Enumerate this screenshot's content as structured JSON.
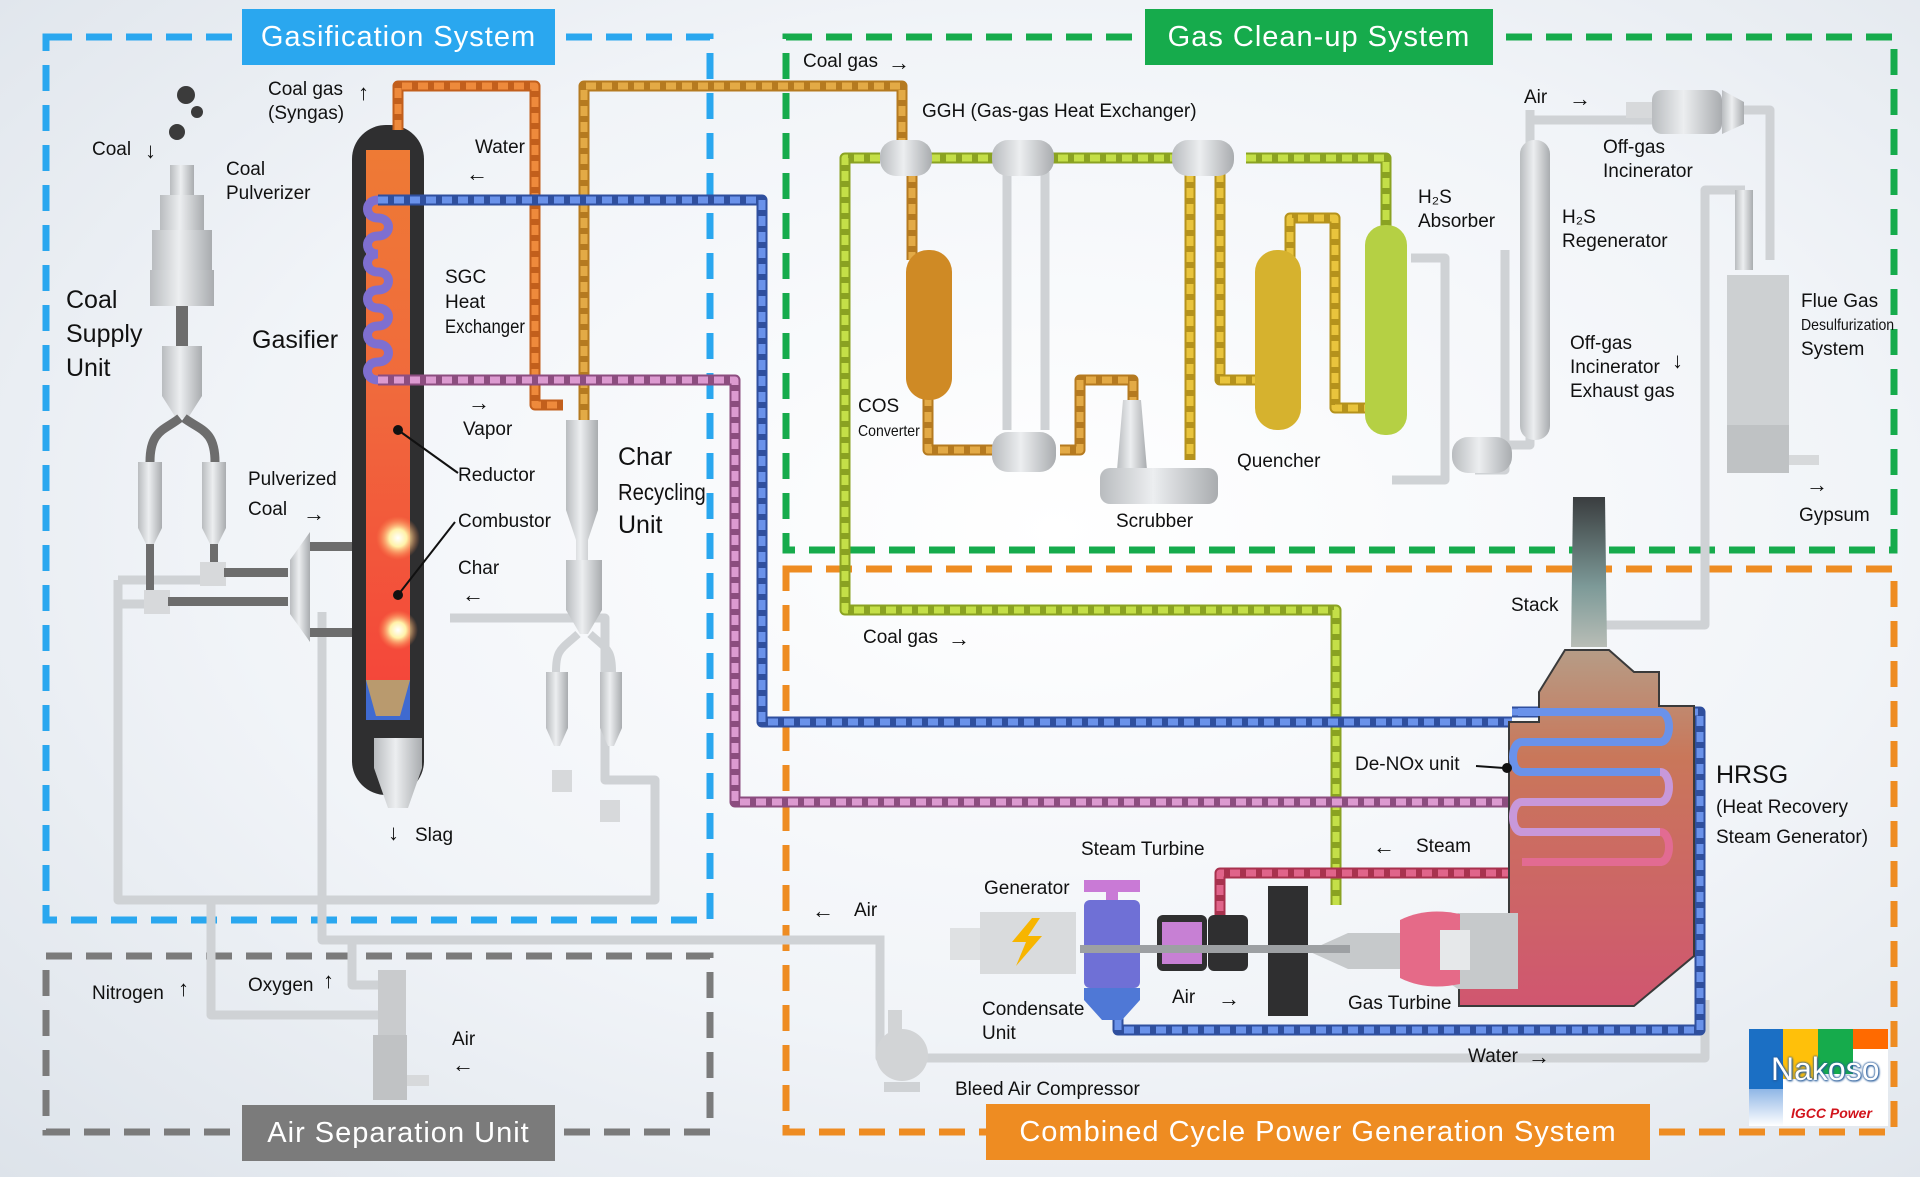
{
  "title": "IGCC Power Plant Process Flow",
  "systems": {
    "gasification": {
      "label": "Gasification System",
      "color": "#2aa7ef"
    },
    "gas_cleanup": {
      "label": "Gas Clean-up System",
      "color": "#16ab4c"
    },
    "combined_cycle": {
      "label": "Combined Cycle Power Generation System",
      "color": "#ee8c22"
    },
    "air_separation": {
      "label": "Air Separation Unit",
      "color": "#7b7b7b"
    }
  },
  "labels": {
    "coal": "Coal",
    "coal_gas_syngas_1": "Coal gas",
    "coal_gas_syngas_2": "(Syngas)",
    "coal_pulverizer_1": "Coal",
    "coal_pulverizer_2": "Pulverizer",
    "coal_supply_1": "Coal",
    "coal_supply_2": "Supply",
    "coal_supply_3": "Unit",
    "gasifier": "Gasifier",
    "water_top": "Water",
    "sgc_1": "SGC",
    "sgc_2": "Heat",
    "sgc_3": "Exchanger",
    "vapor": "Vapor",
    "reductor": "Reductor",
    "combustor": "Combustor",
    "char": "Char",
    "pulverized_coal_1": "Pulverized",
    "pulverized_coal_2": "Coal",
    "char_recycling_1": "Char",
    "char_recycling_2": "Recycling",
    "char_recycling_3": "Unit",
    "slag": "Slag",
    "nitrogen": "Nitrogen",
    "oxygen": "Oxygen",
    "asu_air": "Air",
    "coal_gas_cleanup": "Coal gas",
    "ggh": "GGH (Gas-gas Heat Exchanger)",
    "cos_1": "COS",
    "cos_2": "Converter",
    "scrubber": "Scrubber",
    "quencher": "Quencher",
    "h2s_absorber_1": "H₂S",
    "h2s_absorber_2": "Absorber",
    "h2s_regenerator_1": "H₂S",
    "h2s_regenerator_2": "Regenerator",
    "incinerator_air": "Air",
    "offgas_incinerator_1": "Off-gas",
    "offgas_incinerator_2": "Incinerator",
    "offgas_exhaust_1": "Off-gas",
    "offgas_exhaust_2": "Incinerator",
    "offgas_exhaust_3": "Exhaust gas",
    "fgd_1": "Flue Gas",
    "fgd_2": "Desulfurization",
    "fgd_3": "System",
    "gypsum": "Gypsum",
    "stack": "Stack",
    "coal_gas_cc": "Coal gas",
    "denox": "De-NOx unit",
    "hrsg_1": "HRSG",
    "hrsg_2": "(Heat Recovery",
    "hrsg_3": "Steam Generator)",
    "steam": "Steam",
    "steam_turbine": "Steam Turbine",
    "generator": "Generator",
    "air_left": "Air",
    "air_gt": "Air",
    "condensate_1": "Condensate",
    "condensate_2": "Unit",
    "gas_turbine": "Gas Turbine",
    "water_bottom": "Water",
    "bleed_air_compressor": "Bleed Air Compressor"
  },
  "logo": {
    "name": "Nakoso",
    "subtitle": "IGCC Power"
  },
  "icons": {
    "arrow_up": "↑",
    "arrow_down": "↓",
    "arrow_left": "←",
    "arrow_right": "→"
  },
  "flow_colors": {
    "coal_gas_hot": "#e07a2a",
    "coal_gas_warm": "#d89a2e",
    "coal_gas_clean": "#b9d33a",
    "water": "#4f78d6",
    "steam_low": "#c884b8",
    "steam_high": "#d9527a",
    "utility": "#cfd2d5"
  }
}
